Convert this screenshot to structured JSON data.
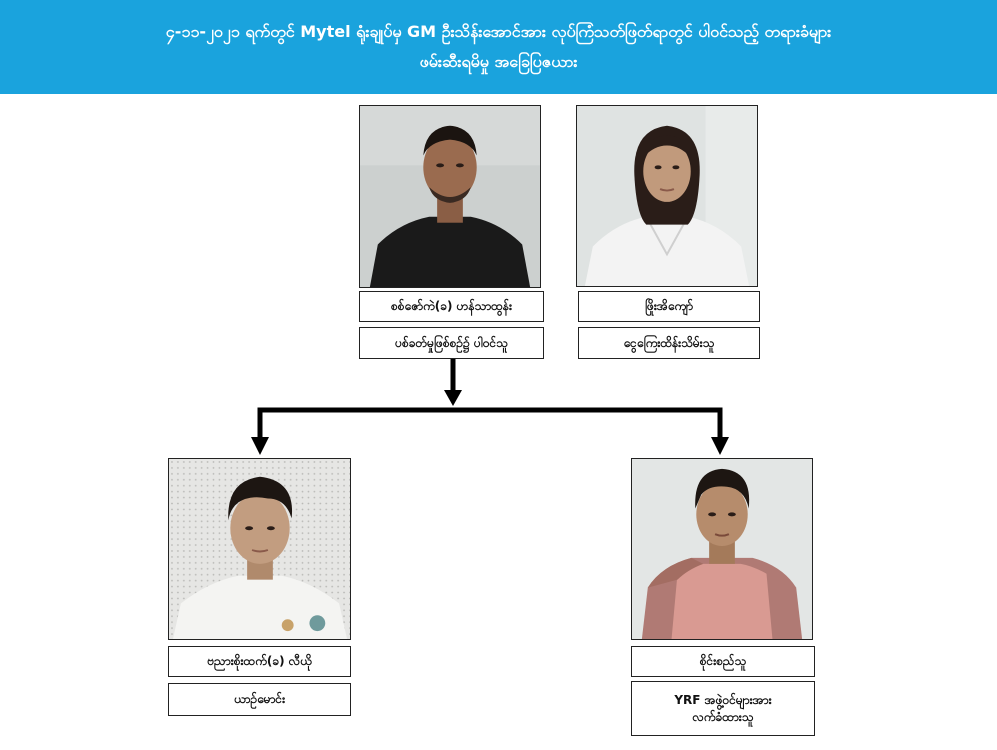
{
  "header": {
    "title_line1": "၄-၁၁-၂၀၂၁ ရက်တွင် Mytel ရုံးချုပ်မှ GM ဦးသိန်းအောင်အား လုပ်ကြံသတ်ဖြတ်ရာတွင် ပါဝင်သည့် တရားခံများ",
    "title_line2": "ဖမ်းဆီးရမိမှု အခြေပြဇယား"
  },
  "people": {
    "top_left": {
      "name": "စစ်ဇော်ကဲ(ခ) ဟန်သာထွန်း",
      "role": "ပစ်ခတ်မှုဖြစ်စဉ်၌ ပါဝင်သူ"
    },
    "top_right": {
      "name": "ဖြိုးအိကျော်",
      "role": "ငွေကြေးထိန်းသိမ်းသူ"
    },
    "bottom_left": {
      "name": "ဗညားစိုးထက်(ခ) လီယို",
      "role": "ယာဉ်မောင်း"
    },
    "bottom_right": {
      "name": "စိုင်းစည်သူ",
      "role_line1": "YRF အဖွဲ့ဝင်များအား",
      "role_line2": "လက်ခံထားသူ"
    }
  },
  "colors": {
    "banner": "#1aa3dd",
    "connector": "#000000"
  }
}
